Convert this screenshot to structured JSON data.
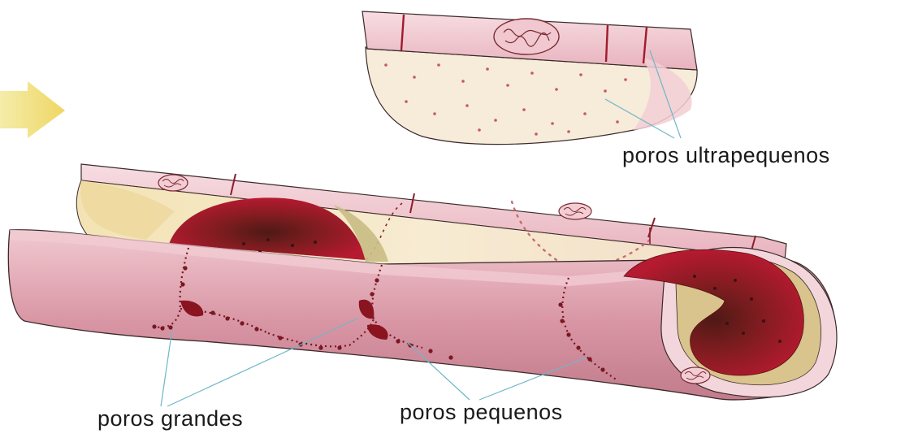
{
  "labels": {
    "ultra": "poros ultrapequenos",
    "grandes": "poros grandes",
    "pequenos": "poros pequenos"
  },
  "colors": {
    "outer_wall": "#d99aa7",
    "wall_light": "#f0c8cf",
    "wall_highlight": "#f6dde2",
    "blood": "#b0162c",
    "blood_dark": "#5a1c16",
    "inner_lumen": "#f4e6c4",
    "arrow": "#f1e27a",
    "leader_line": "#6fb7c8",
    "junction": "#8a1e2a"
  }
}
